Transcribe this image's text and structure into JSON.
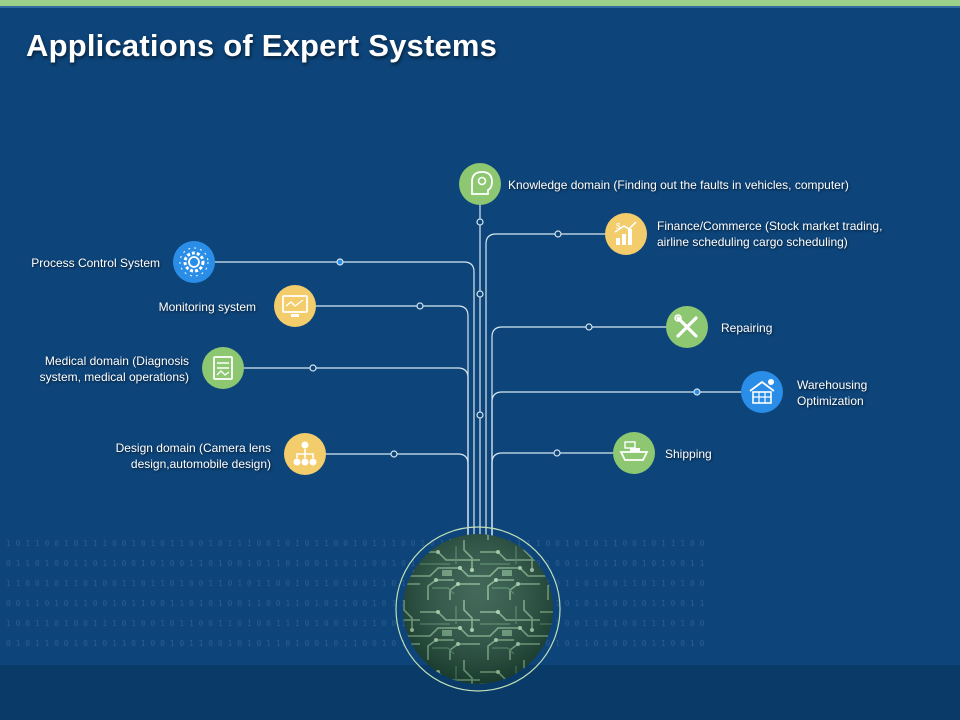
{
  "title": "Applications of Expert Systems",
  "colors": {
    "background": "#0d4479",
    "green": "#8dc771",
    "yellow": "#f3cc6b",
    "blue": "#2a8ee8",
    "line": "#d7e6f2",
    "accent_bar": "#9ccf8a"
  },
  "items": {
    "knowledge": {
      "label": "Knowledge domain (Finding out the faults in vehicles, computer)",
      "icon": "brain-gear-icon"
    },
    "finance": {
      "line1": "Finance/Commerce (Stock market trading,",
      "line2": "airline scheduling cargo scheduling)",
      "icon": "finance-chart-icon"
    },
    "process": {
      "label": "Process Control System",
      "icon": "gear-icon"
    },
    "monitoring": {
      "label": "Monitoring system",
      "icon": "monitor-icon"
    },
    "medical": {
      "line1": "Medical domain (Diagnosis",
      "line2": "system, medical operations)",
      "icon": "medical-document-icon"
    },
    "design": {
      "line1": "Design domain (Camera lens",
      "line2": "design,automobile design)",
      "icon": "hierarchy-icon"
    },
    "repairing": {
      "label": "Repairing",
      "icon": "tools-icon"
    },
    "warehousing": {
      "line1": "Warehousing",
      "line2": "Optimization",
      "icon": "warehouse-icon"
    },
    "shipping": {
      "label": "Shipping",
      "icon": "ship-icon"
    }
  }
}
